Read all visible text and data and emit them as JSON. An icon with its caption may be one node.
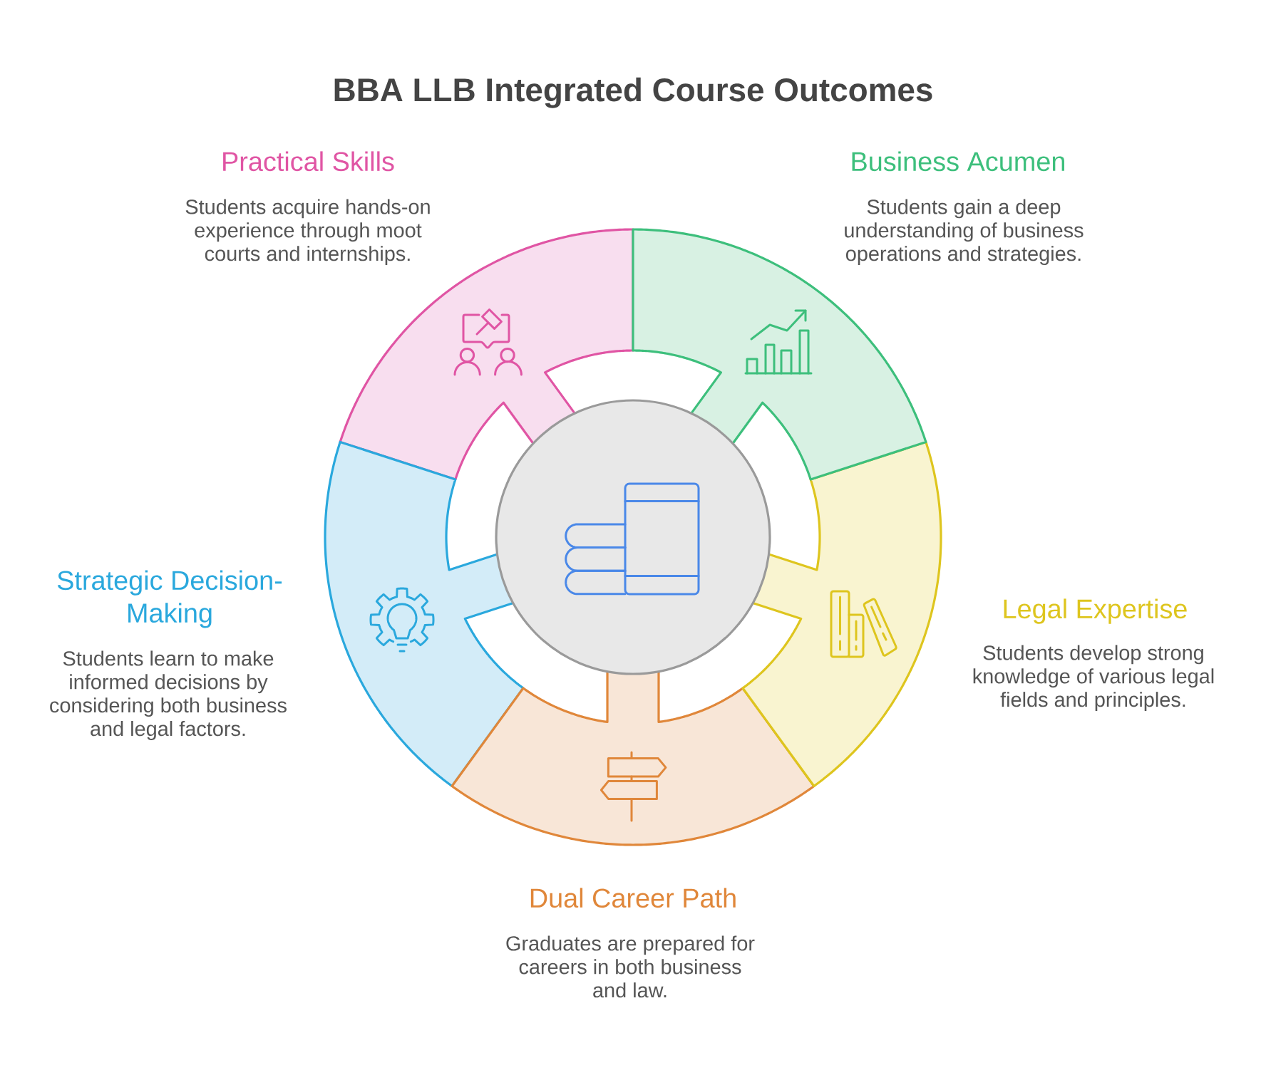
{
  "diagram": {
    "title": "BBA LLB Integrated Course Outcomes",
    "nodes": [
      {
        "text": [
          "Practical Skills",
          "Students acquire hands-on experience through moot courts and internships."
        ]
      },
      {
        "text": [
          "Business Acumen",
          "Students gain a deep understanding of business operations and strategies."
        ]
      },
      {
        "text": [],
        "shape": "circle"
      },
      {
        "text": [
          "Strategic Decision-Making",
          "Students learn to make informed decisions by considering both business and legal factors."
        ]
      },
      {
        "text": [
          "Legal Expertise",
          "Students develop strong knowledge of various legal fields and principles."
        ]
      },
      {
        "text": [
          "Dual Career Path",
          "Graduates are prepared for careers in both business and law."
        ]
      }
    ]
  }
}
